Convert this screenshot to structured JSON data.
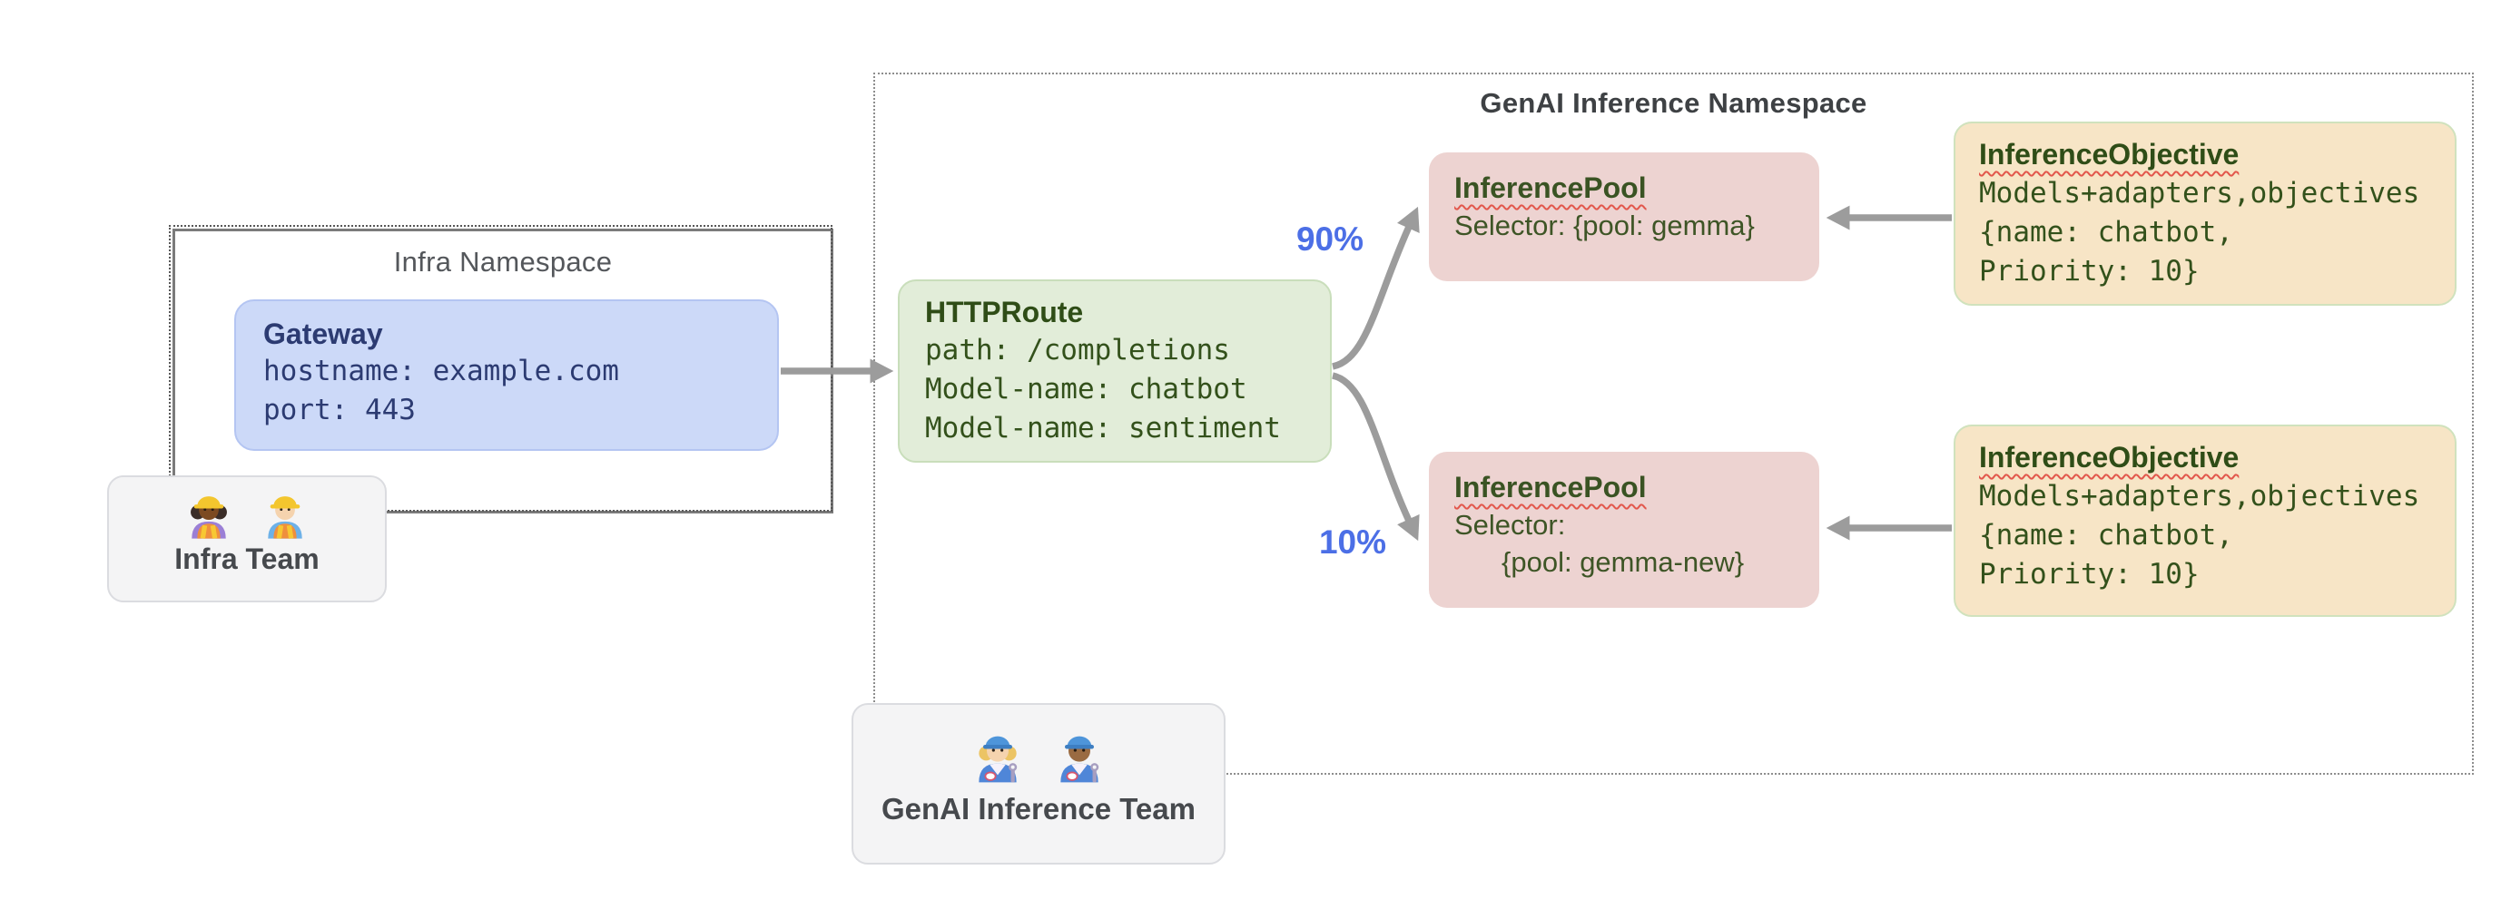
{
  "infra_namespace": {
    "title": "Infra Namespace"
  },
  "gateway": {
    "title": "Gateway",
    "line1": "hostname: example.com",
    "line2": "port: 443"
  },
  "infra_team": {
    "label": "Infra Team"
  },
  "genai_namespace": {
    "title": "GenAI Inference Namespace"
  },
  "httproute": {
    "title": "HTTPRoute",
    "line1": "path: /completions",
    "line2": "Model-name: chatbot",
    "line3": "Model-name: sentiment"
  },
  "traffic_split": {
    "to_gemma": "90%",
    "to_gemma_new": "10%"
  },
  "inference_pools": [
    {
      "title": "InferencePool",
      "selector_line1": "Selector: {pool: gemma}"
    },
    {
      "title": "InferencePool",
      "selector_line1": "Selector:",
      "selector_line2": "{pool: gemma-new}"
    }
  ],
  "inference_objectives": [
    {
      "title": "InferenceObjective",
      "line1": "Models+adapters,objectives",
      "line2": "{name: chatbot,",
      "line3": "Priority: 10}"
    },
    {
      "title": "InferenceObjective",
      "line1": "Models+adapters,objectives",
      "line2": "{name: chatbot,",
      "line3": "Priority: 10}"
    }
  ],
  "genai_team": {
    "label": "GenAI Inference Team"
  },
  "icons": {
    "infra_team": [
      "woman-construction-worker-emoji",
      "man-construction-worker-emoji"
    ],
    "genai_team": [
      "woman-mechanic-emoji",
      "man-mechanic-emoji"
    ]
  },
  "colors": {
    "gateway_fill": "#ccd9f8",
    "gateway_text": "#2c3b72",
    "httproute_fill": "#e2edd9",
    "pool_fill": "#edd3d1",
    "objective_fill": "#f7e5c6",
    "green_text": "#33511b",
    "arrow_gray": "#9c9c9c",
    "traffic_blue": "#4c6fe6",
    "squiggle_red": "#e2574c"
  }
}
